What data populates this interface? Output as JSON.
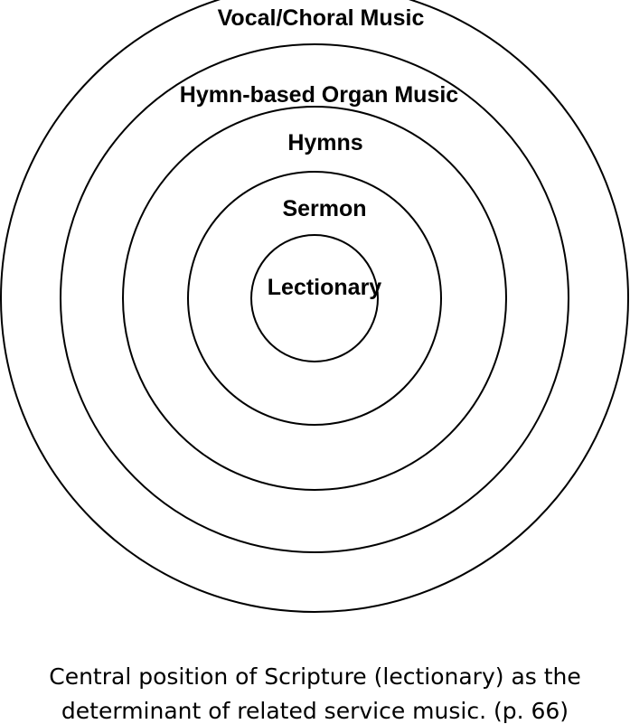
{
  "diagram": {
    "rings": [
      {
        "label": "Vocal/Choral Music"
      },
      {
        "label": "Hymn-based Organ Music"
      },
      {
        "label": "Hymns"
      },
      {
        "label": "Sermon"
      },
      {
        "label": "Lectionary"
      }
    ],
    "stroke_color": "#000000",
    "background_color": "#ffffff"
  },
  "caption": {
    "line1": "Central position of Scripture (lectionary) as the",
    "line2": "determinant of related service music. (p. 66)"
  }
}
